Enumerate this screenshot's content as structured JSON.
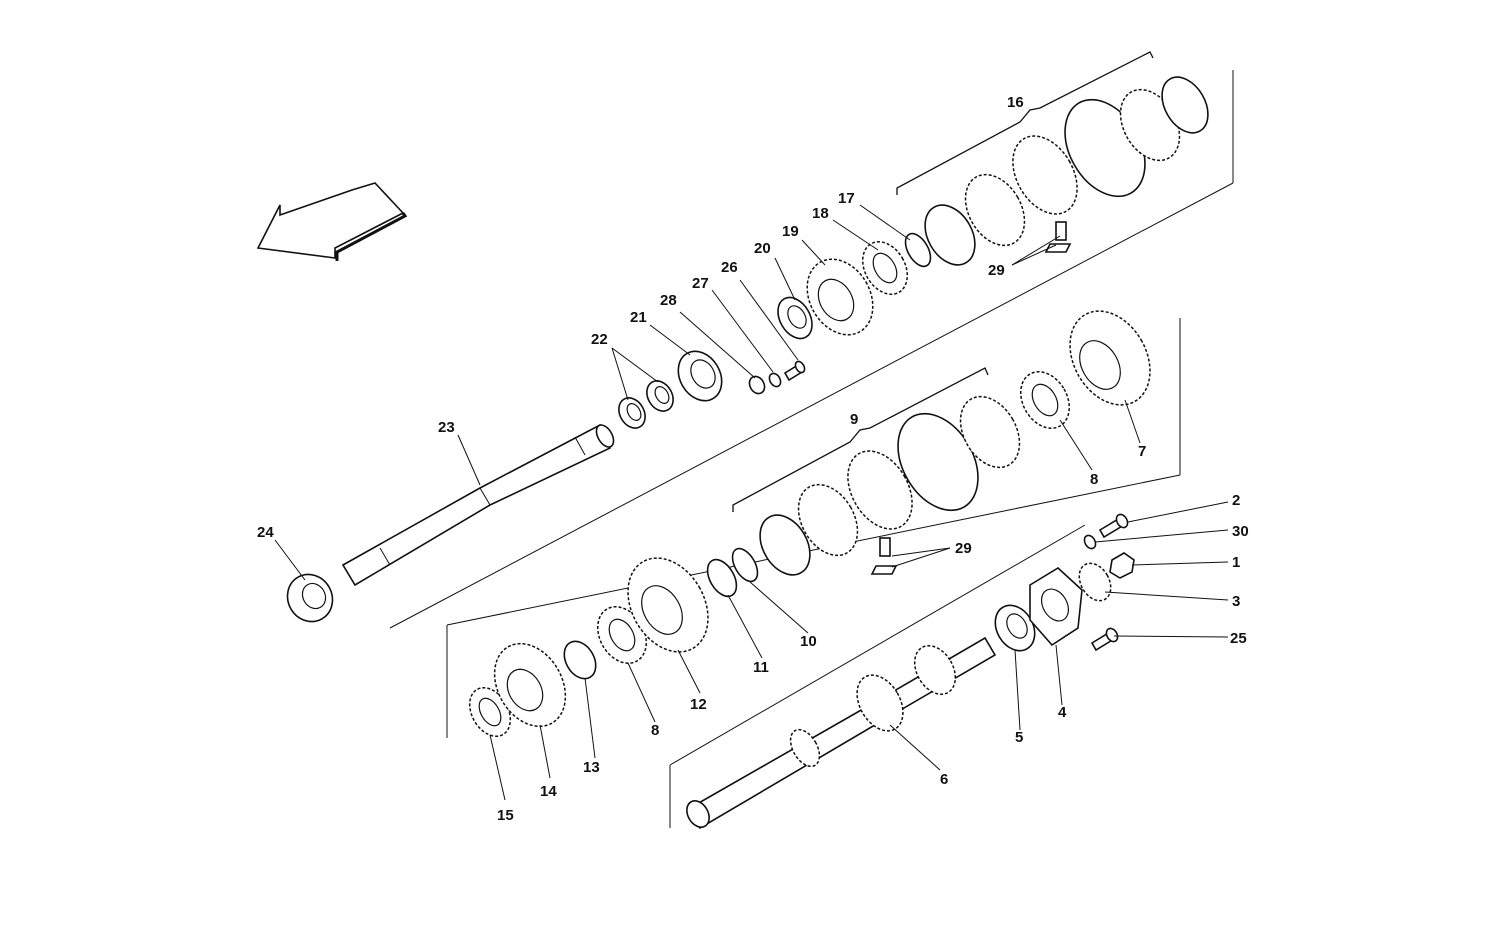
{
  "labels": {
    "l1": "1",
    "l2": "2",
    "l3": "3",
    "l4": "4",
    "l5": "5",
    "l6": "6",
    "l7": "7",
    "l8a": "8",
    "l8b": "8",
    "l9": "9",
    "l10": "10",
    "l11": "11",
    "l12": "12",
    "l13": "13",
    "l14": "14",
    "l15": "15",
    "l16": "16",
    "l17": "17",
    "l18": "18",
    "l19": "19",
    "l20": "20",
    "l21": "21",
    "l22": "22",
    "l23": "23",
    "l24": "24",
    "l25": "25",
    "l26": "26",
    "l27": "27",
    "l28": "28",
    "l29a": "29",
    "l29b": "29",
    "l30": "30"
  },
  "icons": {
    "direction_arrow": "arrow-left-down-icon"
  }
}
